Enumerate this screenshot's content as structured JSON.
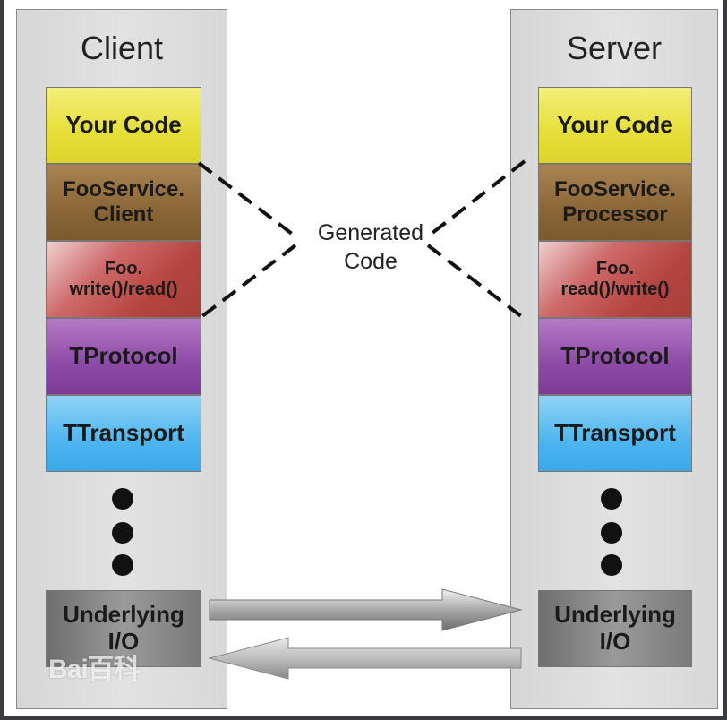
{
  "client": {
    "title": "Client",
    "layers": {
      "your_code": "Your Code",
      "service": "FooService.\nClient",
      "foo": "Foo.\nwrite()/read()",
      "protocol": "TProtocol",
      "transport": "TTransport",
      "io": "Underlying\nI/O"
    }
  },
  "server": {
    "title": "Server",
    "layers": {
      "your_code": "Your Code",
      "service": "FooService.\nProcessor",
      "foo": "Foo.\nread()/write()",
      "protocol": "TProtocol",
      "transport": "TTransport",
      "io": "Underlying\nI/O"
    }
  },
  "generated_code_label": "Generated\nCode",
  "watermark": "Bai百科",
  "colors": {
    "your_code": "#e6df3a",
    "service": "#8a6637",
    "foo": "#b5443f",
    "protocol": "#8d4aa6",
    "transport": "#4fb5ef",
    "io": "#8a8a8a"
  }
}
